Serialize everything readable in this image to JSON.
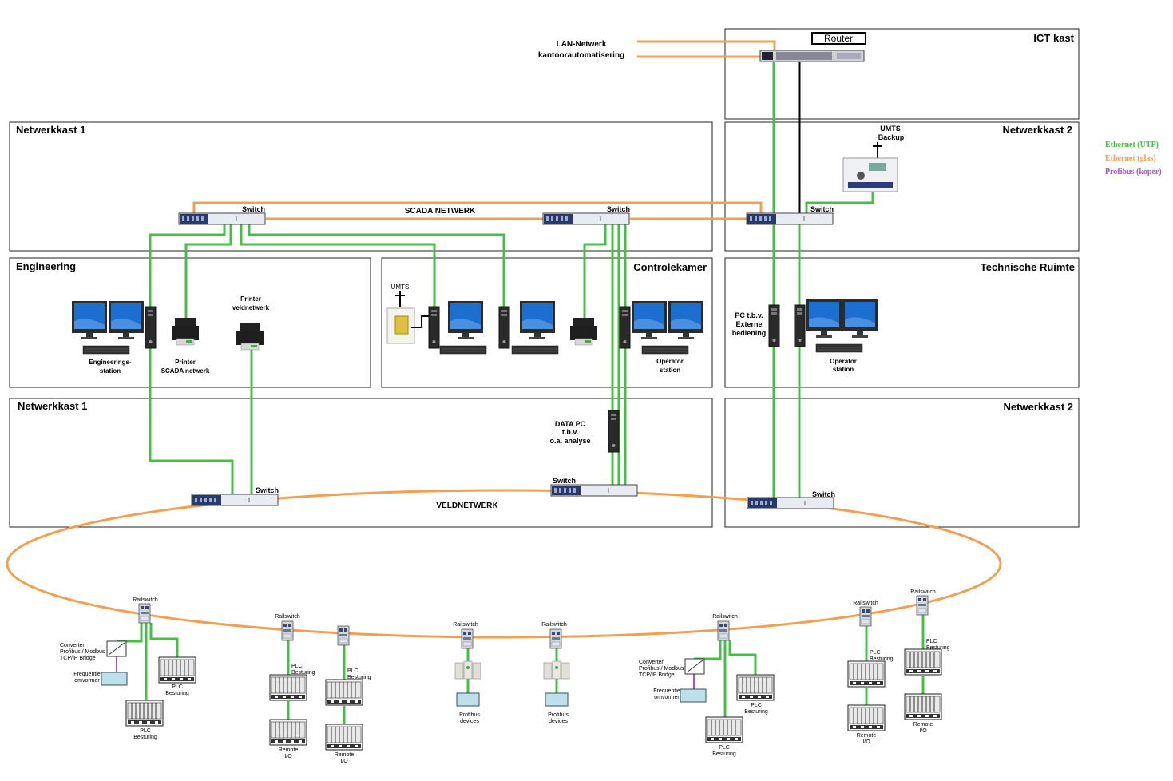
{
  "legend": {
    "utp": "Ethernet (UTP)",
    "glas": "Ethernet (glas)",
    "profibus": "Profibus (koper)",
    "colors": {
      "utp": "#44c044",
      "glas": "#f0a050",
      "profibus": "#b050d0"
    }
  },
  "boxes": {
    "ict": "ICT kast",
    "nk1_top": "Netwerkkast 1",
    "nk2_top": "Netwerkkast 2",
    "engineering": "Engineering",
    "controlekamer": "Controlekamer",
    "technische": "Technische Ruimte",
    "nk1_bottom": "Netwerkkast 1",
    "nk2_bottom": "Netwerkkast 2"
  },
  "labels": {
    "lan_line1": "LAN-Netwerk",
    "lan_line2": "kantoorautomatisering",
    "router": "Router",
    "umts_backup_1": "UMTS",
    "umts_backup_2": "Backup",
    "switch": "Switch",
    "scada": "SCADA NETWERK",
    "veld": "VELDNETWERK",
    "umts": "UMTS",
    "eng_station_1": "Engineerings-",
    "eng_station_2": "station",
    "printer_scada_1": "Printer",
    "printer_scada_2": "SCADA netwerk",
    "printer_veld_1": "Printer",
    "printer_veld_2": "veldnetwerk",
    "operator_1": "Operator",
    "operator_2": "station",
    "pc_ext_1": "PC t.b.v.",
    "pc_ext_2": "Externe",
    "pc_ext_3": "bediening",
    "data_pc_1": "DATA PC",
    "data_pc_2": "t.b.v.",
    "data_pc_3": "o.a. analyse",
    "railswitch": "Railswitch",
    "plc_1": "PLC",
    "plc_2": "Besturing",
    "remote_1": "Remote",
    "remote_2": "I/O",
    "profibus_dev_1": "Profibus",
    "profibus_dev_2": "devices",
    "converter_1": "Converter",
    "converter_2": "Profibus / Modbus",
    "converter_3": "TCP/IP Bridge",
    "freq_1": "Frequentie",
    "freq_2": "omvormer"
  }
}
